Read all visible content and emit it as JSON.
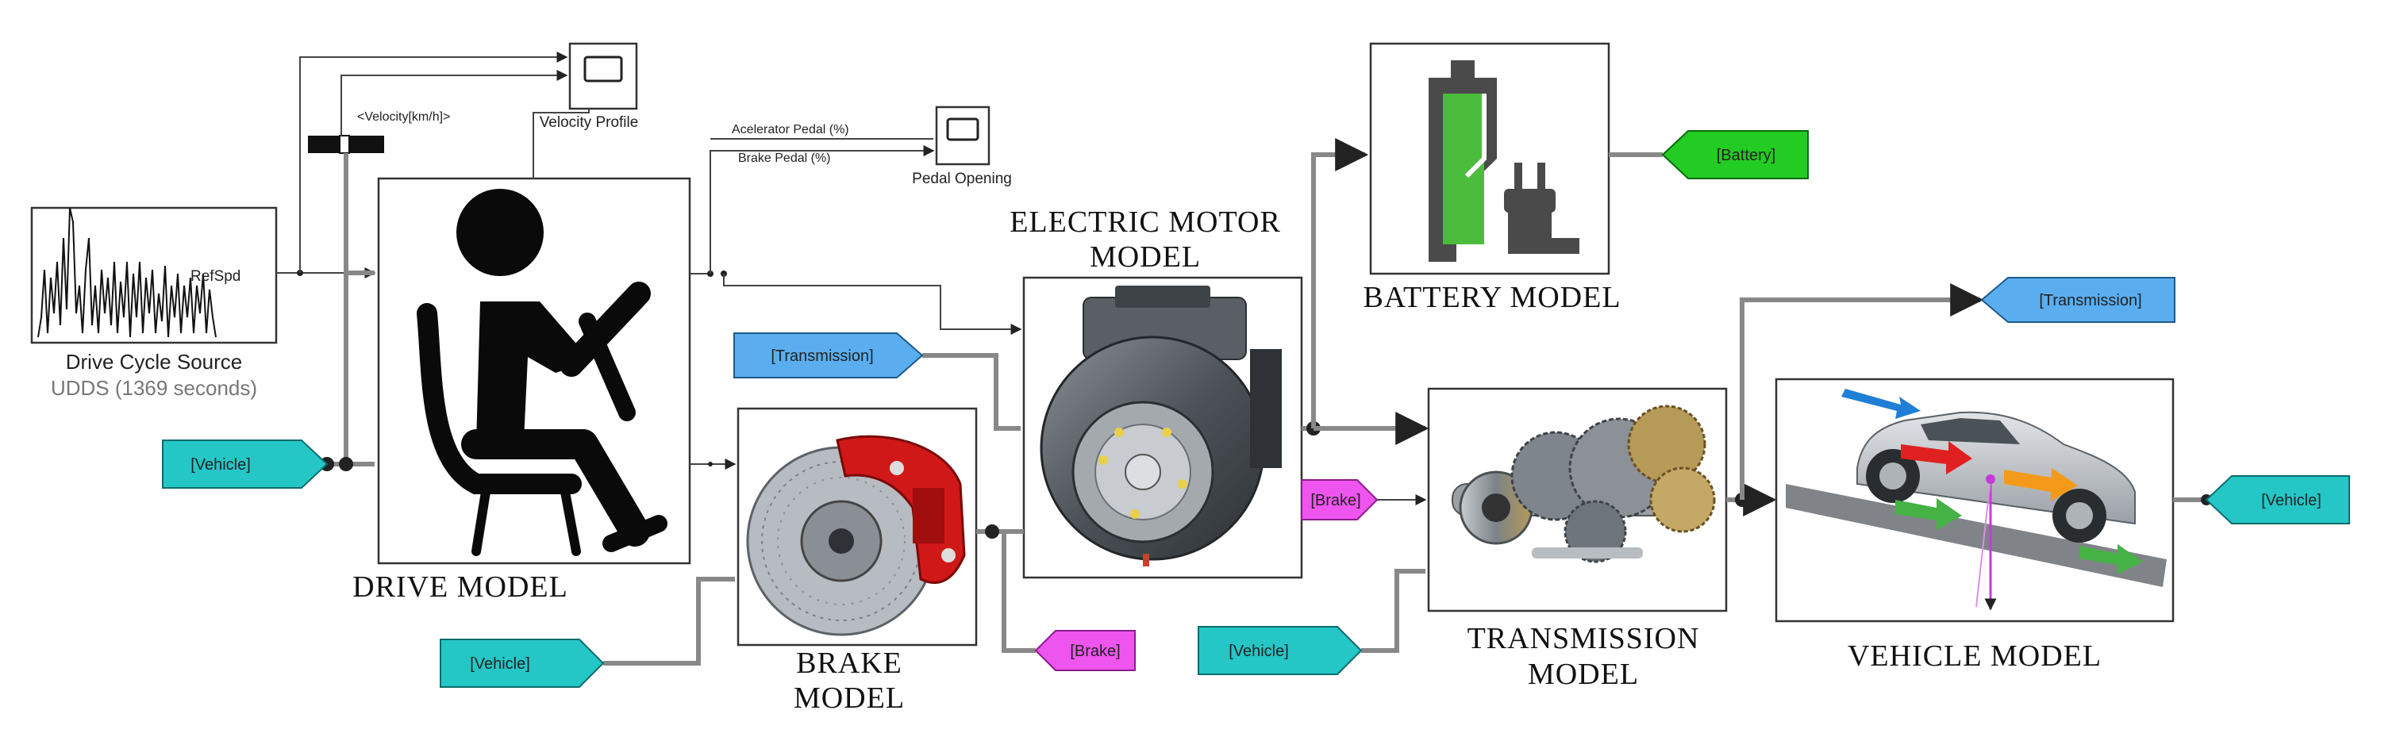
{
  "blocks": {
    "drive_cycle": {
      "title": "Drive Cycle Source",
      "subtitle": "UDDS (1369  seconds)",
      "port": "RefSpd"
    },
    "velocity_scope": {
      "title": "Velocity Profile"
    },
    "velocity_signal": {
      "label": "<Velocity[km/h]>"
    },
    "pedal_scope": {
      "title": "Pedal Opening",
      "signal1": "Acelerator Pedal (%)",
      "signal2": "Brake Pedal (%)"
    },
    "drive_model": {
      "title": "DRIVE MODEL"
    },
    "brake_model": {
      "title_line1": "BRAKE",
      "title_line2": "MODEL"
    },
    "motor_model": {
      "title_line1": "ELECTRIC MOTOR",
      "title_line2": "MODEL"
    },
    "battery_model": {
      "title": "BATTERY MODEL"
    },
    "transmission_model": {
      "title_line1": "TRANSMISSION",
      "title_line2": "MODEL"
    },
    "vehicle_model": {
      "title": "VEHICLE MODEL"
    }
  },
  "tags": {
    "vehicle_in_drive": "[Vehicle]",
    "vehicle_in_brake": "[Vehicle]",
    "vehicle_in_trans": "[Vehicle]",
    "vehicle_out": "[Vehicle]",
    "transmission_in": "[Transmission]",
    "transmission_out": "[Transmission]",
    "brake_in": "[Brake]",
    "brake_out": "[Brake]",
    "battery_out": "[Battery]"
  },
  "colors": {
    "tag_vehicle": "#25c6c6",
    "tag_transmission": "#5aaef0",
    "tag_brake": "#ee55ee",
    "tag_battery": "#22cc22",
    "battery_green": "#4cbc3c",
    "caliper_red": "#d01818",
    "vector_red": "#e02020",
    "vector_blue": "#1f7fd6",
    "vector_green": "#44b244",
    "vector_orange": "#f39a1a",
    "vector_magenta": "#c63bd8"
  },
  "icons": {
    "drive_model": "seated-driver-icon",
    "brake_model": "brake-disc-caliper-image",
    "motor_model": "electric-motor-image",
    "battery_model": "battery-plug-icon",
    "transmission_model": "gearbox-image",
    "vehicle_model": "car-on-slope-forces-image",
    "scopes": "scope-icon",
    "drive_cycle": "drive-cycle-plot"
  }
}
